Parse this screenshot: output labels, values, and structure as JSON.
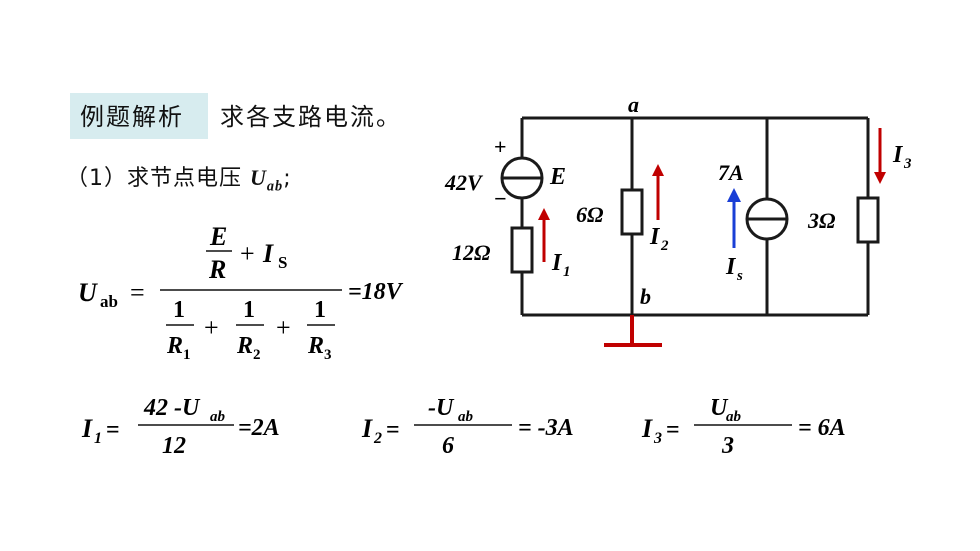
{
  "header": {
    "badge": "例题解析",
    "title": "求各支路电流。"
  },
  "step1": {
    "label": "（1）求节点电压",
    "symbol": "U",
    "symbol_sub": "ab",
    "end": ";"
  },
  "formula_main": {
    "lhs": "U",
    "lhs_sub": "ab",
    "eq": "=",
    "num_E": "E",
    "num_R": "R",
    "plus": "+",
    "num_Is": "I",
    "num_Is_sub": "S",
    "den_one": "1",
    "den_R": "R",
    "den_sub1": "1",
    "den_sub2": "2",
    "den_sub3": "3",
    "result": "=18V"
  },
  "current_formulas": [
    {
      "lhs": "I",
      "lhs_sub": "1",
      "num": "42 -U",
      "num_sub": "ab",
      "den": "12",
      "result": "=2A"
    },
    {
      "lhs": "I",
      "lhs_sub": "2",
      "num": "-U",
      "num_sub": "ab",
      "den": "6",
      "result": "= -3A"
    },
    {
      "lhs": "I",
      "lhs_sub": "3",
      "num": "U",
      "num_sub": "ab",
      "den": "3",
      "result": "= 6A"
    }
  ],
  "circuit": {
    "node_a": "a",
    "node_b": "b",
    "plus_sign": "+",
    "minus_sign": "−",
    "source_voltage": "42V",
    "source_name": "E",
    "r1": "12Ω",
    "r2": "6Ω",
    "r3": "3Ω",
    "i1": "I",
    "i1_sub": "1",
    "i2": "I",
    "i2_sub": "2",
    "i3": "I",
    "i3_sub": "3",
    "is_value": "7A",
    "is_name": "I",
    "is_sub": "s",
    "colors": {
      "wire": "#1a1a1a",
      "arrow_red": "#c00000",
      "arrow_blue": "#1a3fd6",
      "ground": "#c00000"
    }
  }
}
